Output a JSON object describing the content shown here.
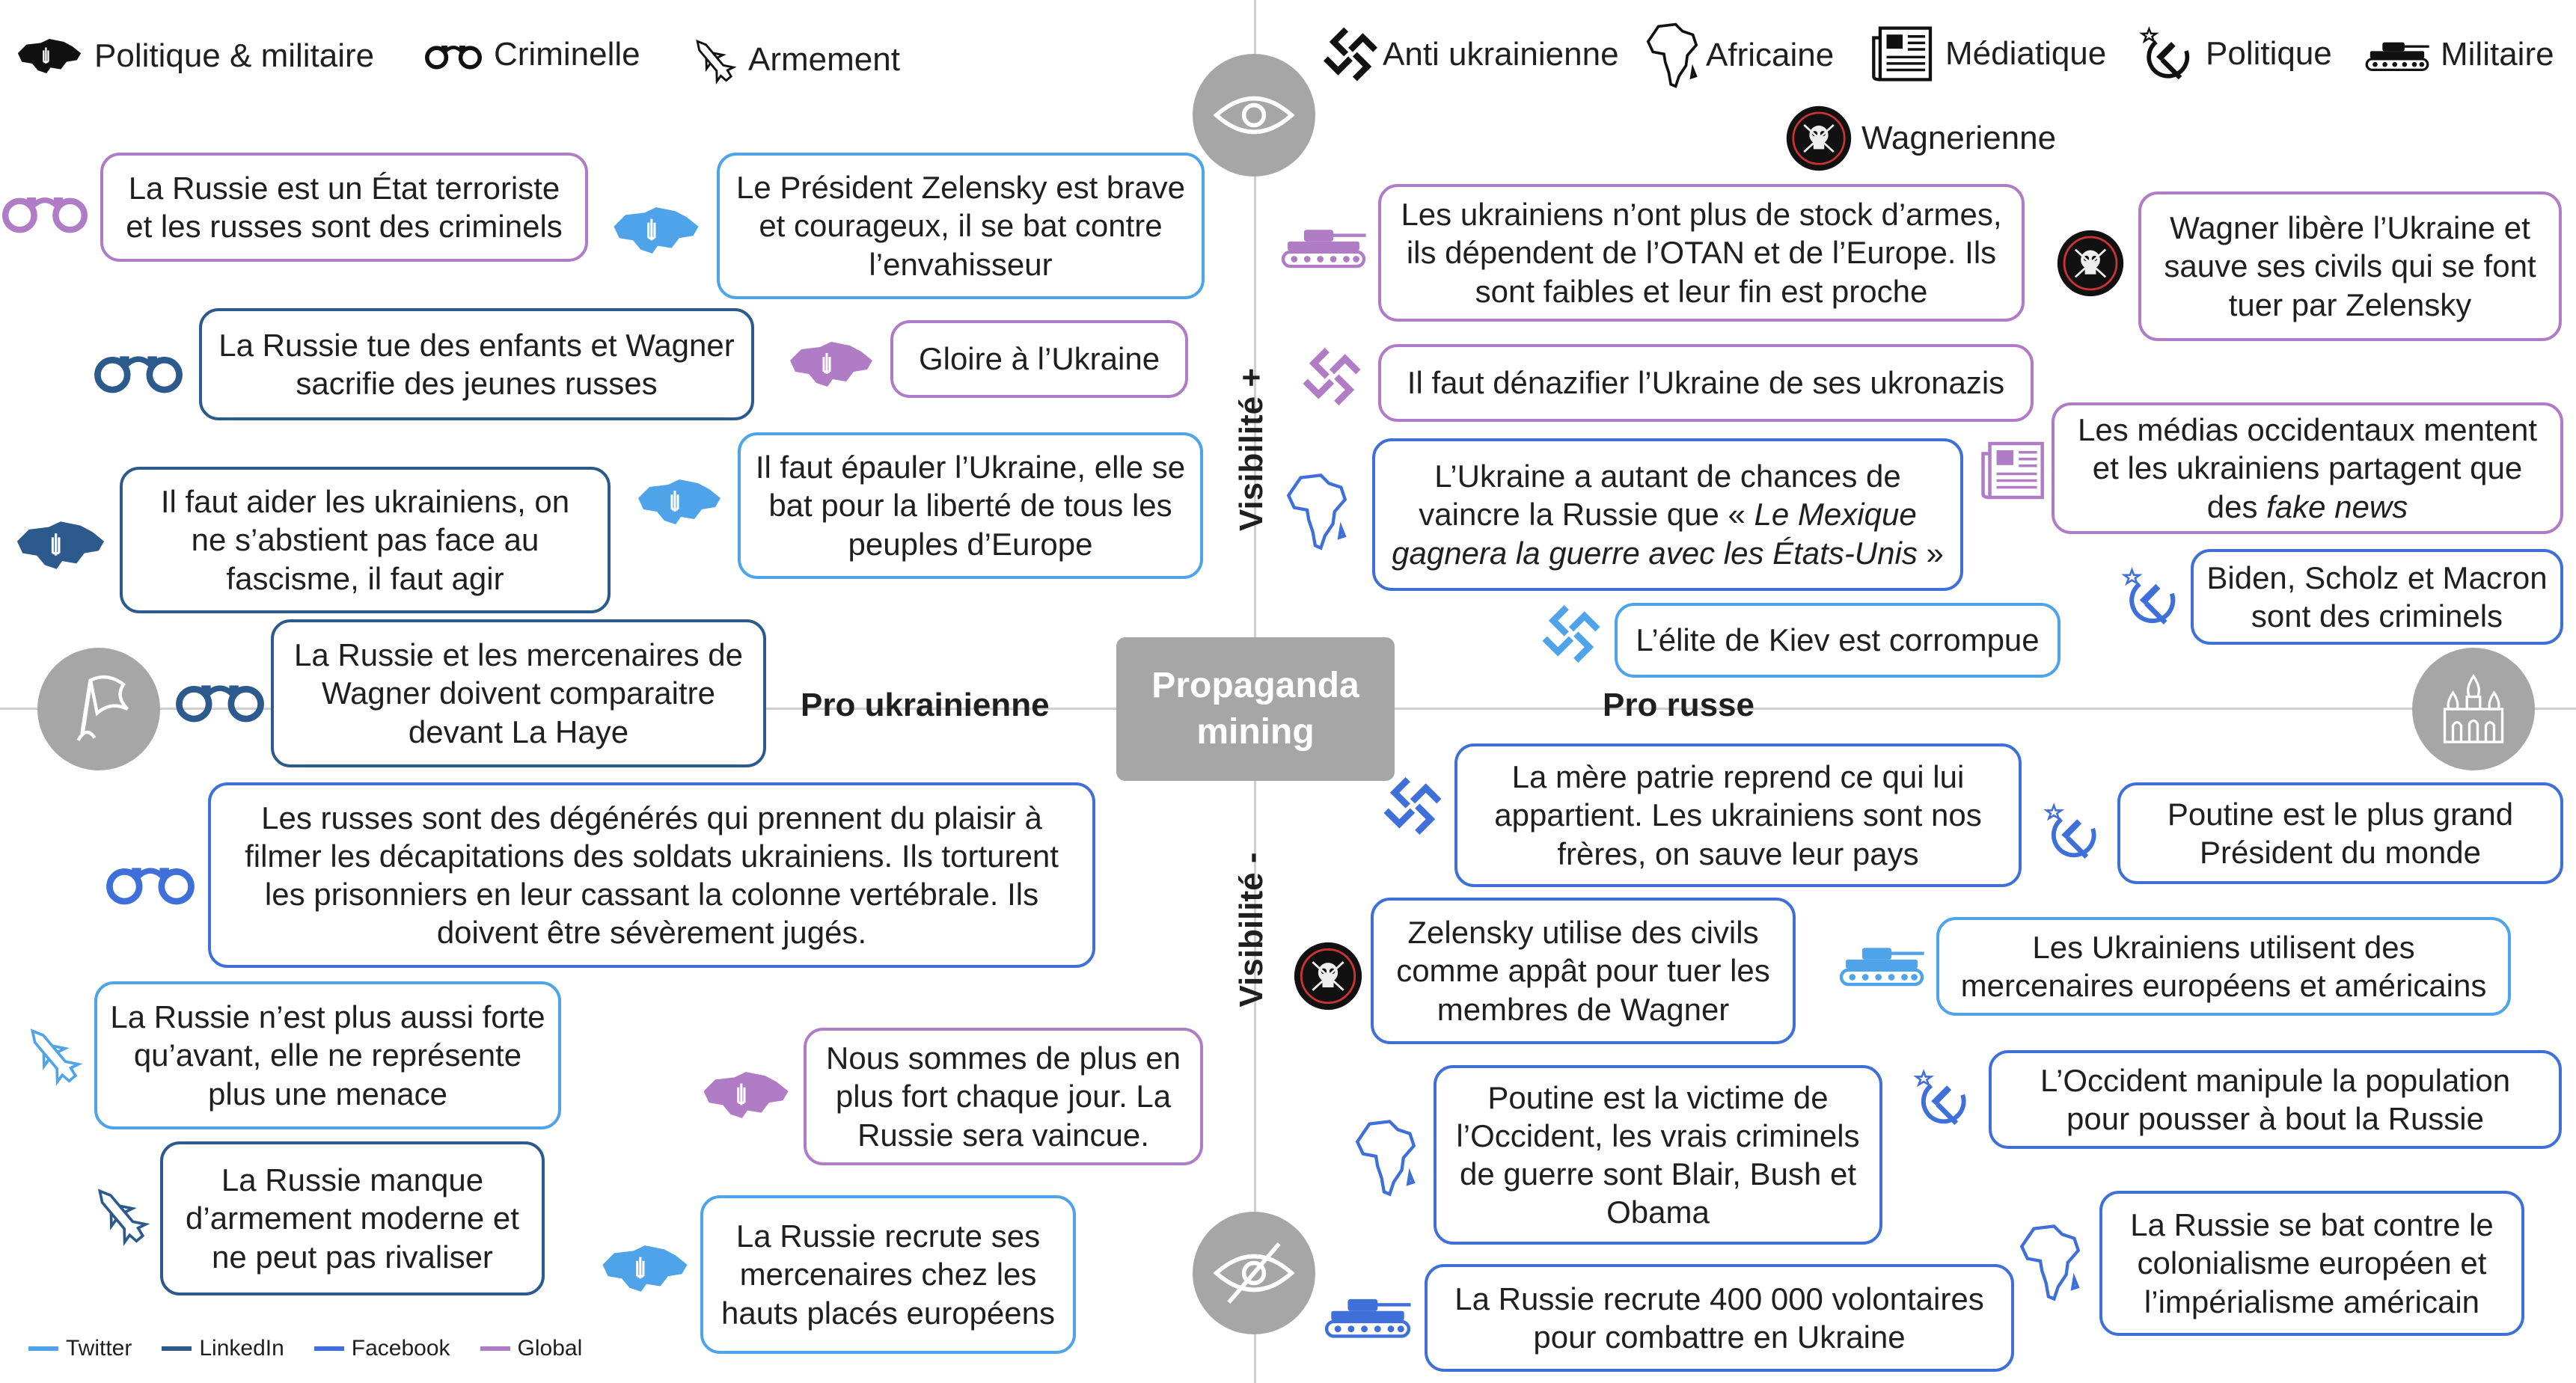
{
  "center": {
    "title_line1": "Propaganda",
    "title_line2": "mining"
  },
  "axes": {
    "left_label": "Pro ukrainienne",
    "right_label": "Pro russe",
    "top_label": "Visibilité +",
    "bottom_label": "Visibilité -"
  },
  "legend_left": [
    {
      "label": "Politique & militaire",
      "icon": "ukraine-map-icon"
    },
    {
      "label": "Criminelle",
      "icon": "handcuffs-icon"
    },
    {
      "label": "Armement",
      "icon": "missile-icon"
    }
  ],
  "legend_right": [
    {
      "label": "Anti ukrainienne",
      "icon": "swastika-icon"
    },
    {
      "label": "Africaine",
      "icon": "africa-icon"
    },
    {
      "label": "Médiatique",
      "icon": "newspaper-icon"
    },
    {
      "label": "Politique",
      "icon": "hammer-sickle-icon"
    },
    {
      "label": "Militaire",
      "icon": "tank-icon"
    },
    {
      "label": "Wagnerienne",
      "icon": "wagner-logo-icon"
    }
  ],
  "platform_legend": [
    {
      "label": "Twitter",
      "color": "#4fa3e8"
    },
    {
      "label": "LinkedIn",
      "color": "#2c5a8c"
    },
    {
      "label": "Facebook",
      "color": "#3f6fd8"
    },
    {
      "label": "Global",
      "color": "#b07cc6"
    }
  ],
  "pro_ukrainian": [
    {
      "lines": [
        "La Russie est un État terroriste",
        "et les russes sont des criminels"
      ],
      "platform": "Global",
      "icon": "handcuffs-icon"
    },
    {
      "lines": [
        "Le Président Zelensky est brave",
        "et courageux, il se bat contre",
        "l’envahisseur"
      ],
      "platform": "Twitter",
      "icon": "ukraine-map-icon"
    },
    {
      "lines": [
        "La Russie tue des enfants et Wagner",
        "sacrifie des jeunes russes"
      ],
      "platform": "LinkedIn",
      "icon": "handcuffs-icon"
    },
    {
      "lines": [
        "Gloire à l’Ukraine"
      ],
      "platform": "Global",
      "icon": "ukraine-map-icon"
    },
    {
      "lines": [
        "Il faut aider les ukrainiens, on",
        "ne s’abstient pas face au",
        "fascisme, il faut agir"
      ],
      "platform": "LinkedIn",
      "icon": "ukraine-map-icon"
    },
    {
      "lines": [
        "Il faut épauler l’Ukraine, elle se",
        "bat pour la liberté de tous les",
        "peuples d’Europe"
      ],
      "platform": "Twitter",
      "icon": "ukraine-map-icon"
    },
    {
      "lines": [
        "La Russie et les mercenaires de",
        "Wagner doivent comparaitre",
        "devant La Haye"
      ],
      "platform": "LinkedIn",
      "icon": "handcuffs-icon"
    },
    {
      "lines": [
        "Les russes sont des dégénérés qui prennent du plaisir à",
        "filmer les décapitations des soldats ukrainiens. Ils torturent",
        "les prisonniers en leur cassant la colonne vertébrale. Ils",
        "doivent être sévèrement jugés."
      ],
      "platform": "Facebook",
      "icon": "handcuffs-icon"
    },
    {
      "lines": [
        "La Russie n’est plus aussi forte",
        "qu’avant, elle ne représente",
        "plus une menace"
      ],
      "platform": "Twitter",
      "icon": "missile-icon"
    },
    {
      "lines": [
        "Nous sommes de plus en",
        "plus fort chaque jour. La",
        "Russie sera vaincue."
      ],
      "platform": "Global",
      "icon": "ukraine-map-icon"
    },
    {
      "lines": [
        "La Russie manque",
        "d’armement moderne et",
        "ne peut pas rivaliser"
      ],
      "platform": "LinkedIn",
      "icon": "missile-icon"
    },
    {
      "lines": [
        "La Russie recrute ses",
        "mercenaires chez les",
        "hauts placés européens"
      ],
      "platform": "Twitter",
      "icon": "ukraine-map-icon"
    }
  ],
  "pro_russian": [
    {
      "lines": [
        "Les ukrainiens n’ont plus de stock d’armes,",
        "ils dépendent de l’OTAN et de l’Europe. Ils",
        "sont faibles et leur fin est proche"
      ],
      "platform": "Global",
      "icon": "tank-icon"
    },
    {
      "lines": [
        "Wagner libère l’Ukraine et",
        "sauve ses civils qui se font",
        "tuer par Zelensky"
      ],
      "platform": "Global",
      "icon": "wagner-logo-icon"
    },
    {
      "lines": [
        "Il faut dénazifier l’Ukraine de ses ukronazis"
      ],
      "platform": "Global",
      "icon": "swastika-icon"
    },
    {
      "lines": [
        "Les médias occidentaux mentent",
        "et les ukrainiens partagent que",
        "des fake news"
      ],
      "platform": "Global",
      "icon": "newspaper-icon"
    },
    {
      "lines": [
        "L’Ukraine a autant de chances de",
        "vaincre la Russie que « Le Mexique",
        "gagnera la guerre avec les États-Unis »"
      ],
      "platform": "Facebook",
      "icon": "africa-icon"
    },
    {
      "lines": [
        "Biden, Scholz et Macron",
        "sont des criminels"
      ],
      "platform": "Facebook",
      "icon": "hammer-sickle-icon"
    },
    {
      "lines": [
        "L’élite de Kiev est corrompue"
      ],
      "platform": "Twitter",
      "icon": "swastika-icon"
    },
    {
      "lines": [
        "La mère patrie reprend ce qui lui",
        "appartient. Les ukrainiens sont nos",
        "frères, on sauve leur pays"
      ],
      "platform": "Facebook",
      "icon": "swastika-icon"
    },
    {
      "lines": [
        "Poutine est le plus grand",
        "Président du monde"
      ],
      "platform": "Facebook",
      "icon": "hammer-sickle-icon"
    },
    {
      "lines": [
        "Zelensky utilise des civils",
        "comme appât pour tuer les",
        "membres de Wagner"
      ],
      "platform": "Facebook",
      "icon": "wagner-logo-icon"
    },
    {
      "lines": [
        "Les Ukrainiens utilisent des",
        "mercenaires européens et américains"
      ],
      "platform": "Twitter",
      "icon": "tank-icon"
    },
    {
      "lines": [
        "L’Occident manipule la population",
        "pour pousser à bout la Russie"
      ],
      "platform": "Facebook",
      "icon": "hammer-sickle-icon"
    },
    {
      "lines": [
        "Poutine est la victime de",
        "l’Occident, les vrais criminels",
        "de guerre sont Blair, Bush et",
        "Obama"
      ],
      "platform": "Facebook",
      "icon": "africa-icon"
    },
    {
      "lines": [
        "La Russie se bat contre le",
        "colonialisme européen et",
        "l’impérialisme américain"
      ],
      "platform": "Facebook",
      "icon": "africa-icon"
    },
    {
      "lines": [
        "La Russie recrute 400 000 volontaires",
        "pour combattre en Ukraine"
      ],
      "platform": "Facebook",
      "icon": "tank-icon"
    }
  ]
}
